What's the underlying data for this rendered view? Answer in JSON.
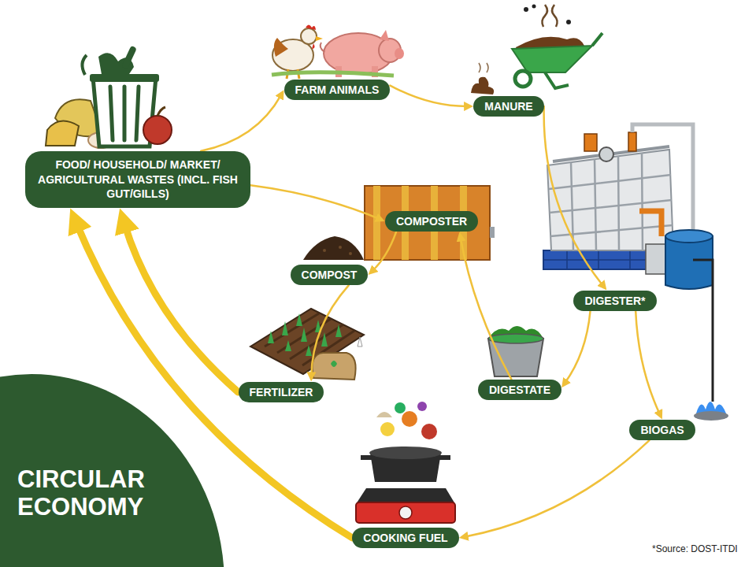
{
  "diagram": {
    "title": "CIRCULAR ECONOMY",
    "nodes": [
      {
        "text": [
          "FOOD/ HOUSEHOLD/ MARKET/ AGRICULTURAL WASTES (INCL. FISH GUT/GILLS)"
        ]
      },
      {
        "text": [
          "FARM ANIMALS"
        ]
      },
      {
        "text": [
          "MANURE"
        ]
      },
      {
        "text": [
          "COMPOSTER"
        ]
      },
      {
        "text": [
          "DIGESTER*"
        ]
      },
      {
        "text": [
          "COMPOST"
        ]
      },
      {
        "text": [
          "DIGESTATE"
        ]
      },
      {
        "text": [
          "BIOGAS"
        ]
      },
      {
        "text": [
          "FERTILIZER"
        ]
      },
      {
        "text": [
          "COOKING FUEL"
        ]
      }
    ],
    "edges": [
      {
        "from": 0,
        "to": 1,
        "arrow": "to"
      },
      {
        "from": 1,
        "to": 2,
        "arrow": "to"
      },
      {
        "from": 2,
        "to": 4,
        "arrow": "to"
      },
      {
        "from": 0,
        "to": 3,
        "arrow": "to"
      },
      {
        "from": 4,
        "to": 6,
        "arrow": "to"
      },
      {
        "from": 4,
        "to": 7,
        "arrow": "to"
      },
      {
        "from": 6,
        "to": 3,
        "arrow": "to"
      },
      {
        "from": 3,
        "to": 5,
        "arrow": "to"
      },
      {
        "from": 5,
        "to": 8,
        "arrow": "to"
      },
      {
        "from": 8,
        "to": 0,
        "arrow": "to"
      },
      {
        "from": 7,
        "to": 9,
        "arrow": "to"
      },
      {
        "from": 9,
        "to": 0,
        "arrow": "to"
      }
    ],
    "labels": [
      "*Source: DOST-ITDI"
    ]
  }
}
